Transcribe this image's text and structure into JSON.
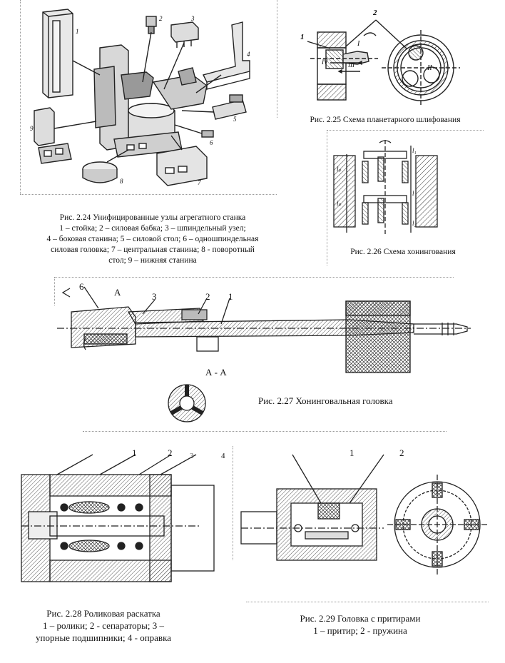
{
  "fig_2_24": {
    "caption_lines": [
      "Рис. 2.24 Унифицированные узлы агрегатного станка",
      "1 – стойка; 2 – силовая бабка; 3 – шпиндельный узел;",
      "4 – боковая станина; 5 – силовой стол; 6 – одношпиндельная",
      "силовая головка; 7 – центральная станина; 8 - поворотный",
      "стол;  9 – нижняя станина"
    ],
    "part_numbers": [
      "1",
      "2",
      "3",
      "4",
      "5",
      "6",
      "7",
      "8",
      "9"
    ]
  },
  "fig_2_25": {
    "caption": "Рис. 2.25 Схема планетарного шлифования",
    "labels": {
      "one": "1",
      "two": "2",
      "roman_one": "I",
      "roman_two": "II",
      "roman_three": "III",
      "roman_four": "IV"
    }
  },
  "fig_2_26": {
    "caption": "Рис. 2.26 Схема хонингования",
    "labels": {
      "l_top": "l₁",
      "l_mid": "l",
      "l_left": "lₚ",
      "l_left2": "lₚ",
      "l_bot": "l₂"
    }
  },
  "fig_2_27": {
    "caption": "Рис. 2.27 Хонинговальная головка",
    "section_mark": "А",
    "section_label": "А - А",
    "part_labels": [
      "6",
      "3",
      "2",
      "1"
    ]
  },
  "fig_2_28": {
    "caption_lines": [
      "Рис. 2.28 Роликовая раскатка",
      "1 – ролики; 2 - сепараторы; 3 –",
      "упорные подшипники; 4 - оправка"
    ],
    "part_labels": [
      "1",
      "2",
      "3",
      "4"
    ]
  },
  "fig_2_29": {
    "caption_lines": [
      "Рис. 2.29 Головка с притирами",
      "1 – притир; 2 - пружина"
    ],
    "part_labels": [
      "1",
      "2"
    ]
  }
}
